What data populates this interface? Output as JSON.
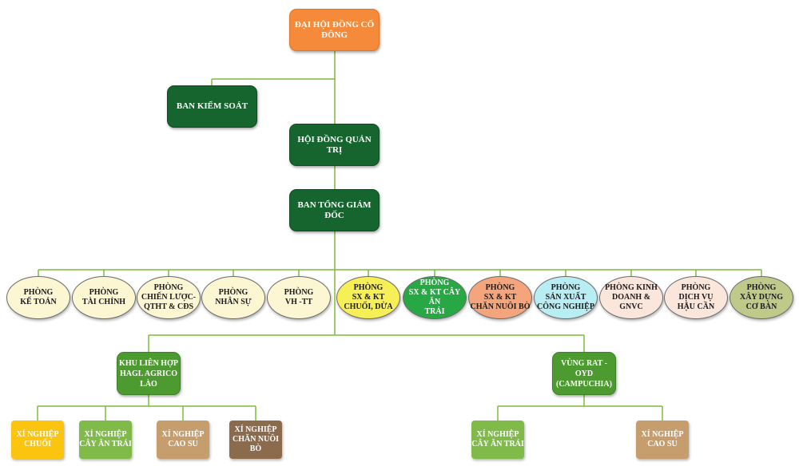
{
  "top": {
    "label": "ĐẠI HỘI ĐỒNG CỔ ĐÔNG"
  },
  "supervisory": {
    "label": "BAN KIỂM SOÁT"
  },
  "board": {
    "label": "HỘI ĐỒNG QUẢN TRỊ"
  },
  "executive": {
    "label": "BAN TỔNG GIÁM ĐỐC"
  },
  "departments": [
    {
      "label": "PHÒNG\nKẾ TOÁN",
      "color": "#fdf6d3"
    },
    {
      "label": "PHÒNG\nTÀI CHÍNH",
      "color": "#fdf6d3"
    },
    {
      "label": "PHÒNG\nCHIẾN LƯỢC-\nQTHT & CĐS",
      "color": "#fdf6d3"
    },
    {
      "label": "PHÒNG\nNHÂN SỰ",
      "color": "#fdf6d3"
    },
    {
      "label": "PHÒNG\nVH -TT",
      "color": "#fdf6d3"
    },
    {
      "label": "PHÒNG\nSX & KT\nCHUỐI, DỪA",
      "color": "#f6ef55"
    },
    {
      "label": "PHÒNG\nSX & KT CÂY ĂN\nTRÁI",
      "color": "#27a845"
    },
    {
      "label": "PHÒNG\nSX & KT\nCHĂN NUÔI BÒ",
      "color": "#f4a57c"
    },
    {
      "label": "PHÒNG\nSẢN XUẤT\nCÔNG NGHIỆP",
      "color": "#b8eef3"
    },
    {
      "label": "PHÒNG KINH\nDOANH & GNVC",
      "color": "#fbe6dc"
    },
    {
      "label": "PHÒNG\nDỊCH VỤ\nHẬU CẦN",
      "color": "#fbe6dc"
    },
    {
      "label": "PHÒNG\nXÂY DỰNG\nCƠ BẢN",
      "color": "#bfca8a"
    }
  ],
  "units": [
    {
      "label": "KHU LIÊN HỢP\nHAGL AGRICO LÀO",
      "enterprises": [
        {
          "label": "XÍ NGHIỆP\nCHUỐI",
          "color": "#fbc40e"
        },
        {
          "label": "XÍ NGHIỆP\nCÂY ĂN TRÁI",
          "color": "#80bb4a"
        },
        {
          "label": "XÍ NGHIỆP\nCAO SU",
          "color": "#c69e6e"
        },
        {
          "label": "XÍ NGHIỆP\nCHĂN NUÔI BÒ",
          "color": "#8c6a4c"
        }
      ]
    },
    {
      "label": "VÙNG RAT - OYD\n(CAMPUCHIA)",
      "enterprises": [
        {
          "label": "XÍ NGHIỆP\nCÂY ĂN TRÁI",
          "color": "#80bb4a"
        },
        {
          "label": "XÍ NGHIỆP\nCAO SU",
          "color": "#c69e6e"
        }
      ]
    }
  ],
  "line_color": "#7cbc3c"
}
